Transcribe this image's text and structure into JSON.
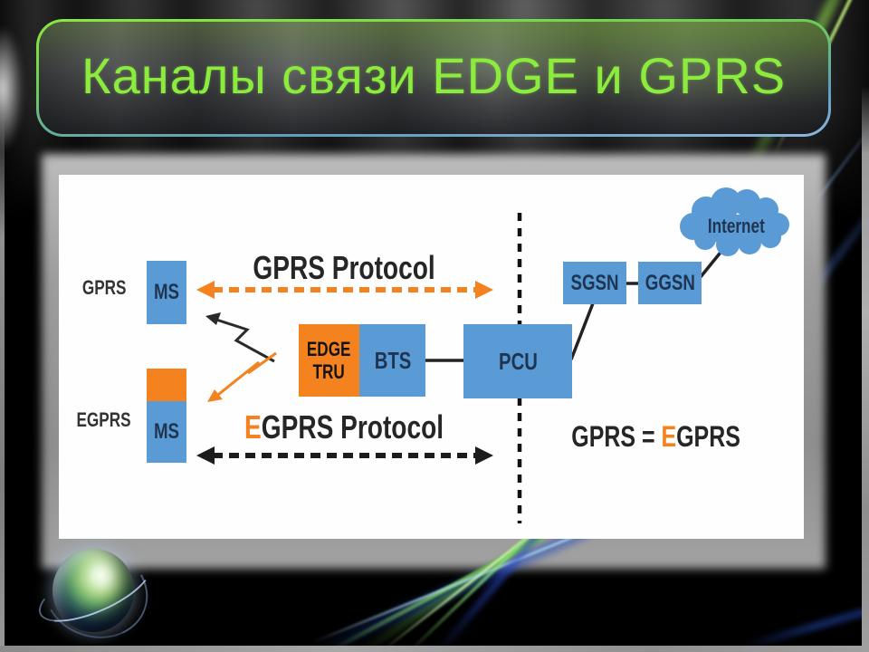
{
  "slide": {
    "title": "Каналы связи EDGE и GPRS"
  },
  "diagram": {
    "row_labels": {
      "gprs": "GPRS",
      "egprs": "EGPRS"
    },
    "nodes": {
      "ms_gprs": "MS",
      "ms_egprs": "MS",
      "edge_tru_line1": "EDGE",
      "edge_tru_line2": "TRU",
      "bts": "BTS",
      "pcu": "PCU",
      "sgsn": "SGSN",
      "ggsn": "GGSN",
      "internet": "Internet"
    },
    "protocol_gprs": "GPRS Protocol",
    "protocol_egprs": {
      "e": "E",
      "rest": "GPRS Protocol"
    },
    "equation": {
      "prefix": "GPRS = ",
      "e": "E",
      "suffix": "GPRS"
    },
    "colors": {
      "title_green": "#8CEC3E",
      "box_blue": "#5B9BD5",
      "accent_orange": "#F4821F",
      "node_text_navy": "#1F3450"
    }
  }
}
